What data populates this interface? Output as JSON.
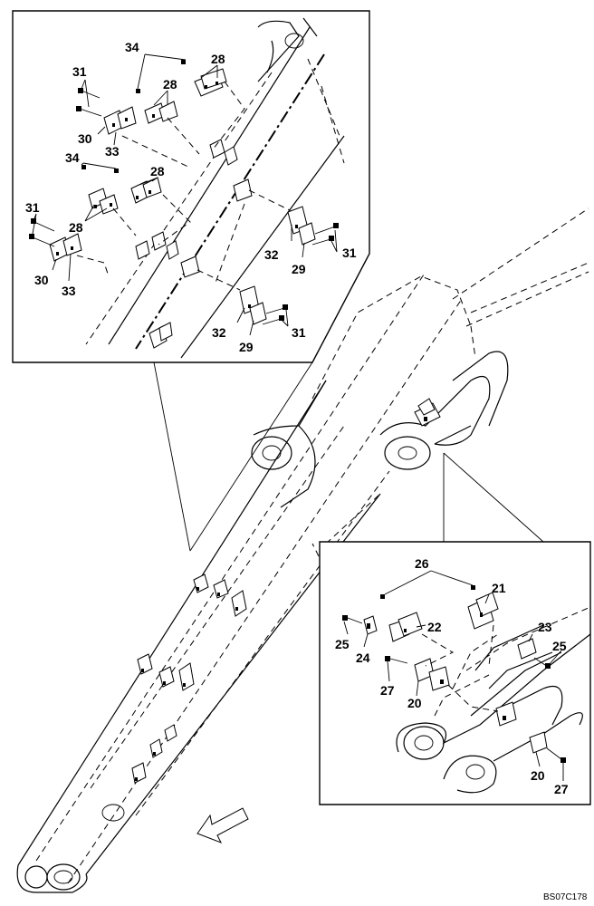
{
  "figure": {
    "reference_code": "BS07C178",
    "upper_detail_callouts": [
      "34",
      "28",
      "31",
      "28",
      "30",
      "33",
      "34",
      "28",
      "31",
      "28",
      "32",
      "31",
      "29",
      "30",
      "33",
      "32",
      "29",
      "31"
    ],
    "lower_detail_callouts": [
      "26",
      "21",
      "25",
      "24",
      "22",
      "23",
      "25",
      "27",
      "20",
      "20",
      "27"
    ]
  }
}
